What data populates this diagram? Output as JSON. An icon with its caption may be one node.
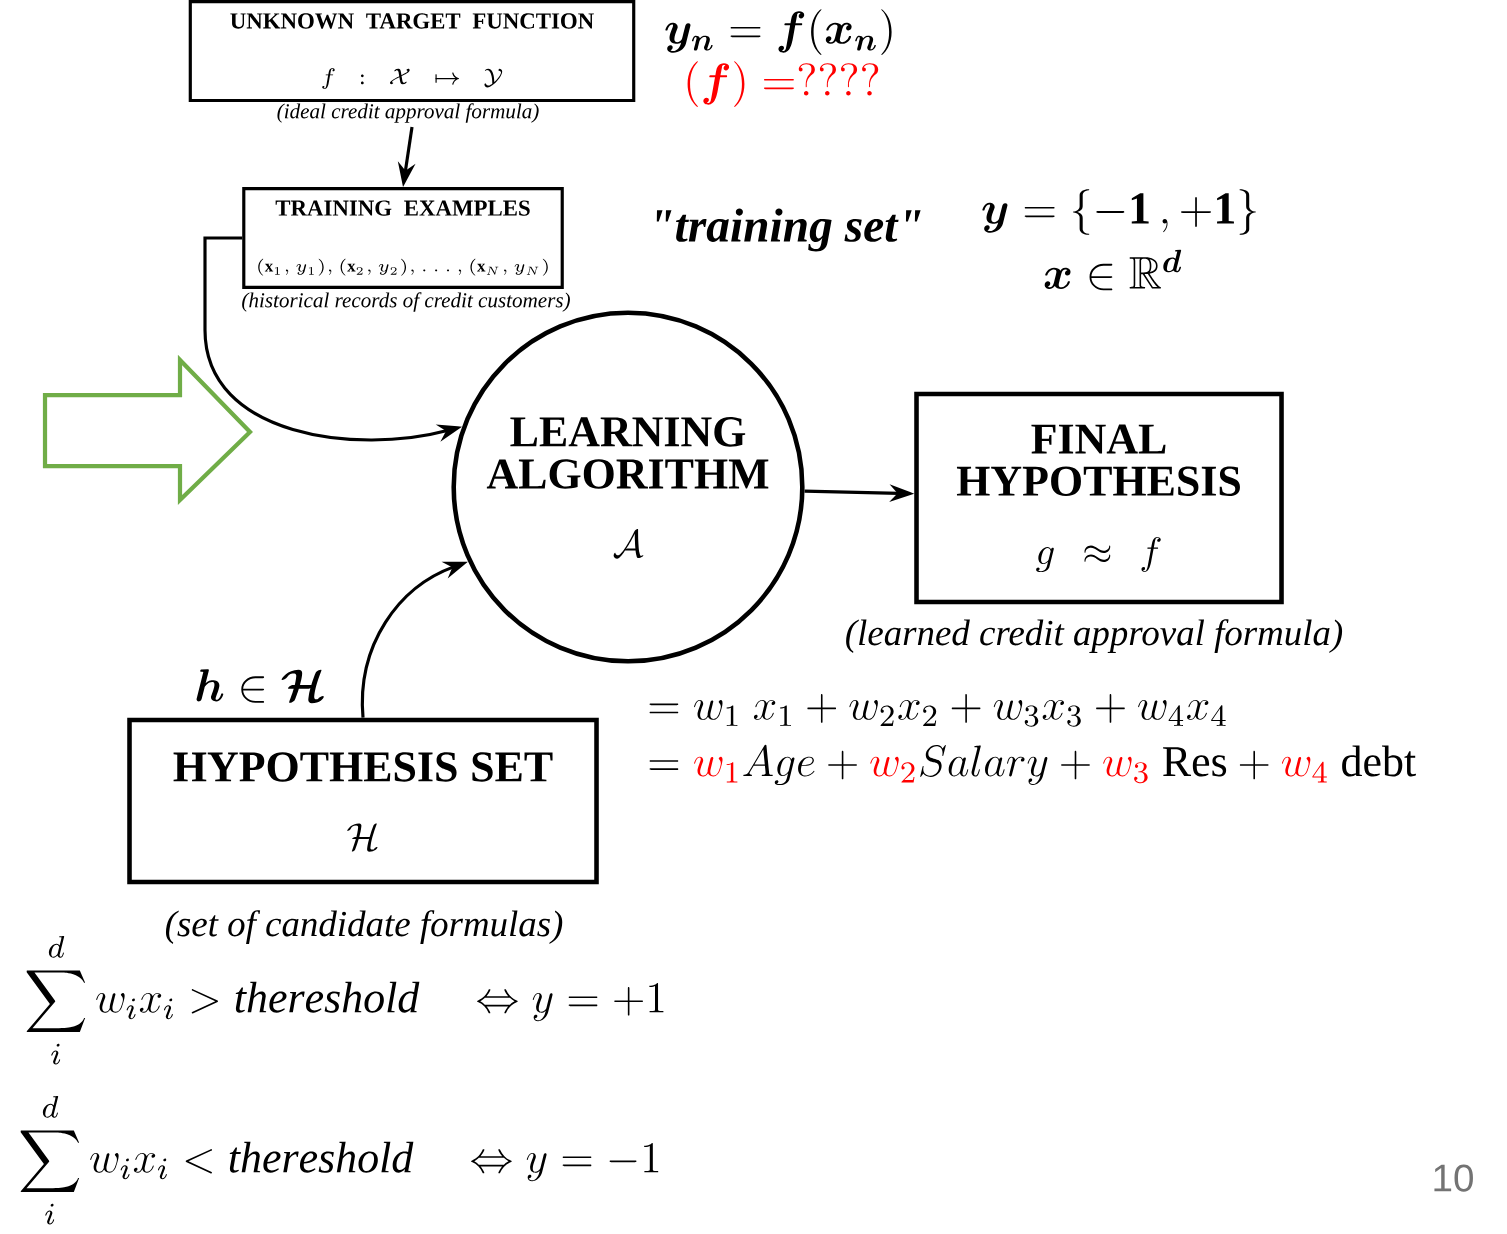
{
  "diagram": {
    "nodes": [
      {
        "text": [
          "UNKNOWN TARGET FUNCTION",
          "f : \\mathcal{X} \\mapsto \\mathcal{Y}"
        ],
        "beside": [
          "(ideal credit approval formula)"
        ]
      },
      {
        "text": [
          "TRAINING EXAMPLES",
          "(\\mathbf{x}_1, y_1), (\\mathbf{x}_2, y_2), \\ldots, (\\mathbf{x}_N, y_N)"
        ],
        "beside": [
          "(historical records of credit customers)"
        ]
      },
      {
        "text": [
          "LEARNING ALGORITHM",
          "\\mathcal{A}"
        ]
      },
      {
        "text": [
          "FINAL HYPOTHESIS",
          "g \\approx f"
        ],
        "beside": [
          "(learned credit approval formula)"
        ]
      },
      {
        "text": [
          "HYPOTHESIS SET",
          "\\mathcal{H}"
        ],
        "beside": [
          "(set of candidate formulas)"
        ]
      }
    ],
    "edges": [
      {
        "from": 0,
        "to": 1,
        "arrow": "to"
      },
      {
        "from": 1,
        "to": 2,
        "arrow": "to"
      },
      {
        "from": 4,
        "to": 2,
        "arrow": "to"
      },
      {
        "from": 2,
        "to": 3,
        "arrow": "to"
      }
    ],
    "labels": [
      "\\boldsymbol{y_n} = \\boldsymbol{f}(\\boldsymbol{x_n})",
      "(\\boldsymbol{f}) = ????",
      "\"training set\"",
      "\\boldsymbol{y} = \\{\\mathbf{-1}\\,, \\mathbf{+1}\\}",
      "\\boldsymbol{x} \\in \\mathbb{R}^{\\boldsymbol{d}}",
      "\\boldsymbol{h} \\in \\boldsymbol{\\mathcal{H}}",
      "= w_1\\ x_1 + w_2 x_2 + w_3 x_3 + w_4 x_4",
      "= \\textcolor{red}{w_1} Age + \\textcolor{red}{w_2} Salary + \\textcolor{red}{w_3}\\ \\mathrm{Res} + \\textcolor{red}{w_4}\\ \\mathrm{debt}",
      "\\sum_{i}^{d} w_i x_i > \\mathit{thereshold} \\quad \\Leftrightarrow y = +1",
      "\\sum_{i}^{d} w_i x_i < \\mathit{thereshold} \\quad \\Leftrightarrow y = -1",
      "10"
    ]
  }
}
